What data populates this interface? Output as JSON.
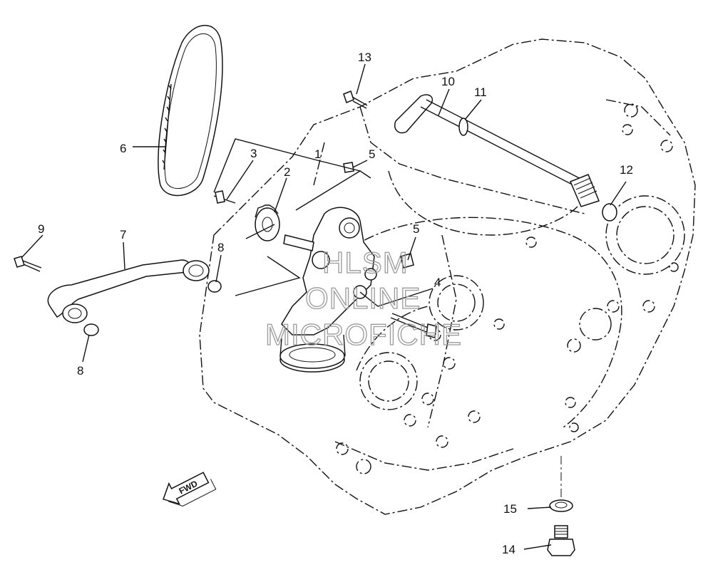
{
  "diagram": {
    "callouts": [
      {
        "id": "c1",
        "label": "1"
      },
      {
        "id": "c2",
        "label": "2"
      },
      {
        "id": "c3",
        "label": "3"
      },
      {
        "id": "c4",
        "label": "4"
      },
      {
        "id": "c5a",
        "label": "5"
      },
      {
        "id": "c5b",
        "label": "5"
      },
      {
        "id": "c6",
        "label": "6"
      },
      {
        "id": "c7",
        "label": "7"
      },
      {
        "id": "c8a",
        "label": "8"
      },
      {
        "id": "c8b",
        "label": "8"
      },
      {
        "id": "c9",
        "label": "9"
      },
      {
        "id": "c10",
        "label": "10"
      },
      {
        "id": "c11",
        "label": "11"
      },
      {
        "id": "c12",
        "label": "12"
      },
      {
        "id": "c13",
        "label": "13"
      },
      {
        "id": "c14",
        "label": "14"
      },
      {
        "id": "c15",
        "label": "15"
      }
    ],
    "fwd_label": "FWD",
    "watermark": [
      "HLSM",
      "ONLINE",
      "MICROFICHE"
    ]
  }
}
